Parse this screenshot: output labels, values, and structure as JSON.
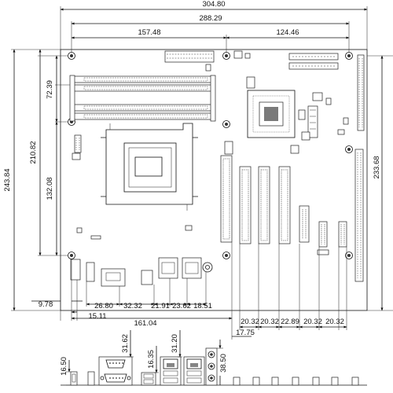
{
  "dimensions": {
    "top_overall": "304.80",
    "top_second": "288.29",
    "top_left": "157.48",
    "top_right": "124.46",
    "left_outer": "243.84",
    "left_middle": "210.82",
    "left_upper": "72.39",
    "left_lower": "132.08",
    "right_side": "233.68",
    "bottom_9_78": "9.78",
    "bottom_15_11": "15.11",
    "bottom_26_80": "26.80",
    "bottom_32_32": "32.32",
    "bottom_21_91": "21.91",
    "bottom_23_62": "23.62",
    "bottom_18_51": "18.51",
    "bottom_161_04": "161.04",
    "bottom_17_75": "17.75",
    "slot_1": "20.32",
    "slot_2": "20.32",
    "slot_3": "22.89",
    "slot_4": "20.32",
    "slot_5": "20.32",
    "io_16_50": "16.50",
    "io_31_62": "31.62",
    "io_16_35": "16.35",
    "io_31_20": "31.20",
    "io_38_50": "38.50"
  }
}
